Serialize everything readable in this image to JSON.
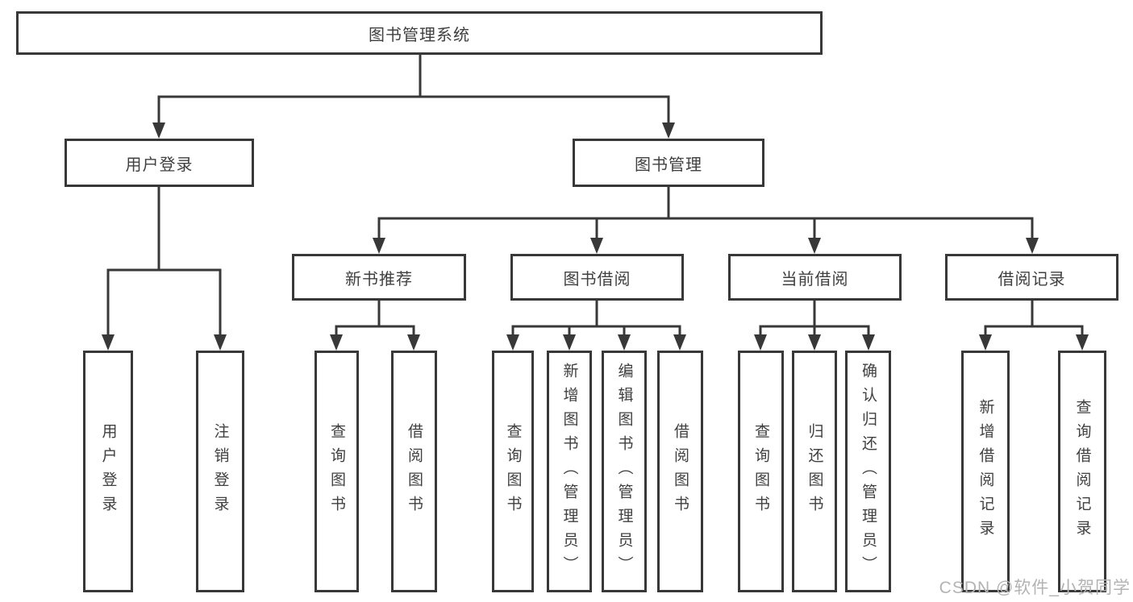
{
  "nodes": {
    "root": "图书管理系统",
    "user_login": "用户登录",
    "book_management": "图书管理",
    "new_book_recommend": "新书推荐",
    "book_borrowing": "图书借阅",
    "current_borrowing": "当前借阅",
    "borrowing_records": "借阅记录",
    "user_login_leaf": "用户登录",
    "logout": "注销登录",
    "nb_query_books": "查询图书",
    "nb_borrow_books": "借阅图书",
    "bb_query_books": "查询图书",
    "bb_add_books": "新增图书（管理员）",
    "bb_edit_books": "编辑图书（管理员）",
    "bb_borrow_books": "借阅图书",
    "cb_query_books": "查询图书",
    "cb_return_books": "归还图书",
    "cb_confirm_return": "确认归还（管理员）",
    "br_add_record": "新增借阅记录",
    "br_query_record": "查询借阅记录"
  },
  "watermark": "CSDN @软件_小贺同学",
  "colors": {
    "line": "#383838",
    "box_border": "#383838",
    "text": "#404040",
    "watermark": "#b3b3b3",
    "background": "#ffffff"
  }
}
